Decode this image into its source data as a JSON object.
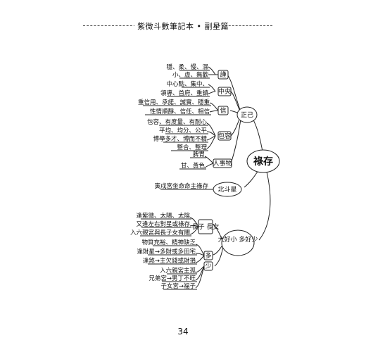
{
  "header": {
    "title": "紫微斗數筆記本 • 副星篇"
  },
  "center": "祿存",
  "branches": [
    {
      "label": "正己",
      "children": [
        {
          "label": "謹",
          "leaves": [
            "穩、柔、慢、濕",
            "小、虛、無歡"
          ]
        },
        {
          "label": "中央",
          "leaves": [
            "中心點、集中、",
            "領導、首府、重鎮"
          ]
        },
        {
          "label": "信",
          "leaves": [
            "重信用、承諾、誠實、穩重",
            "性情順靜、信任、相信"
          ]
        },
        {
          "label": "包容",
          "leaves": [
            "包容、有度量、有耐心",
            "平均、均分、公平",
            "博學多才、博而不精",
            "整合、整理"
          ]
        },
        {
          "label": "人事物",
          "leaves": [
            "脾胃",
            "甘、黃色"
          ]
        }
      ]
    },
    {
      "label": "北斗星",
      "leaves": [
        "寅戌宮坐命命主祿存"
      ]
    },
    {
      "label": "大好小 多好少",
      "children": [
        {
          "label": "長子 長女",
          "leaves": [
            "逢紫微、太陽、太陰",
            "又逢左右對星或祿存",
            "入六親宮與長子女有關"
          ]
        },
        {
          "label": "多",
          "leaves": [
            "物質充裕、精神缺乏",
            "逢財星→多財或多田宅",
            "逢煞→主欠錢或財損"
          ]
        },
        {
          "label": "少",
          "leaves": [
            "入六親宮主孤",
            "兄弟宮→男丁不旺",
            "子女宮→福子"
          ]
        }
      ]
    }
  ],
  "page_number": "34"
}
